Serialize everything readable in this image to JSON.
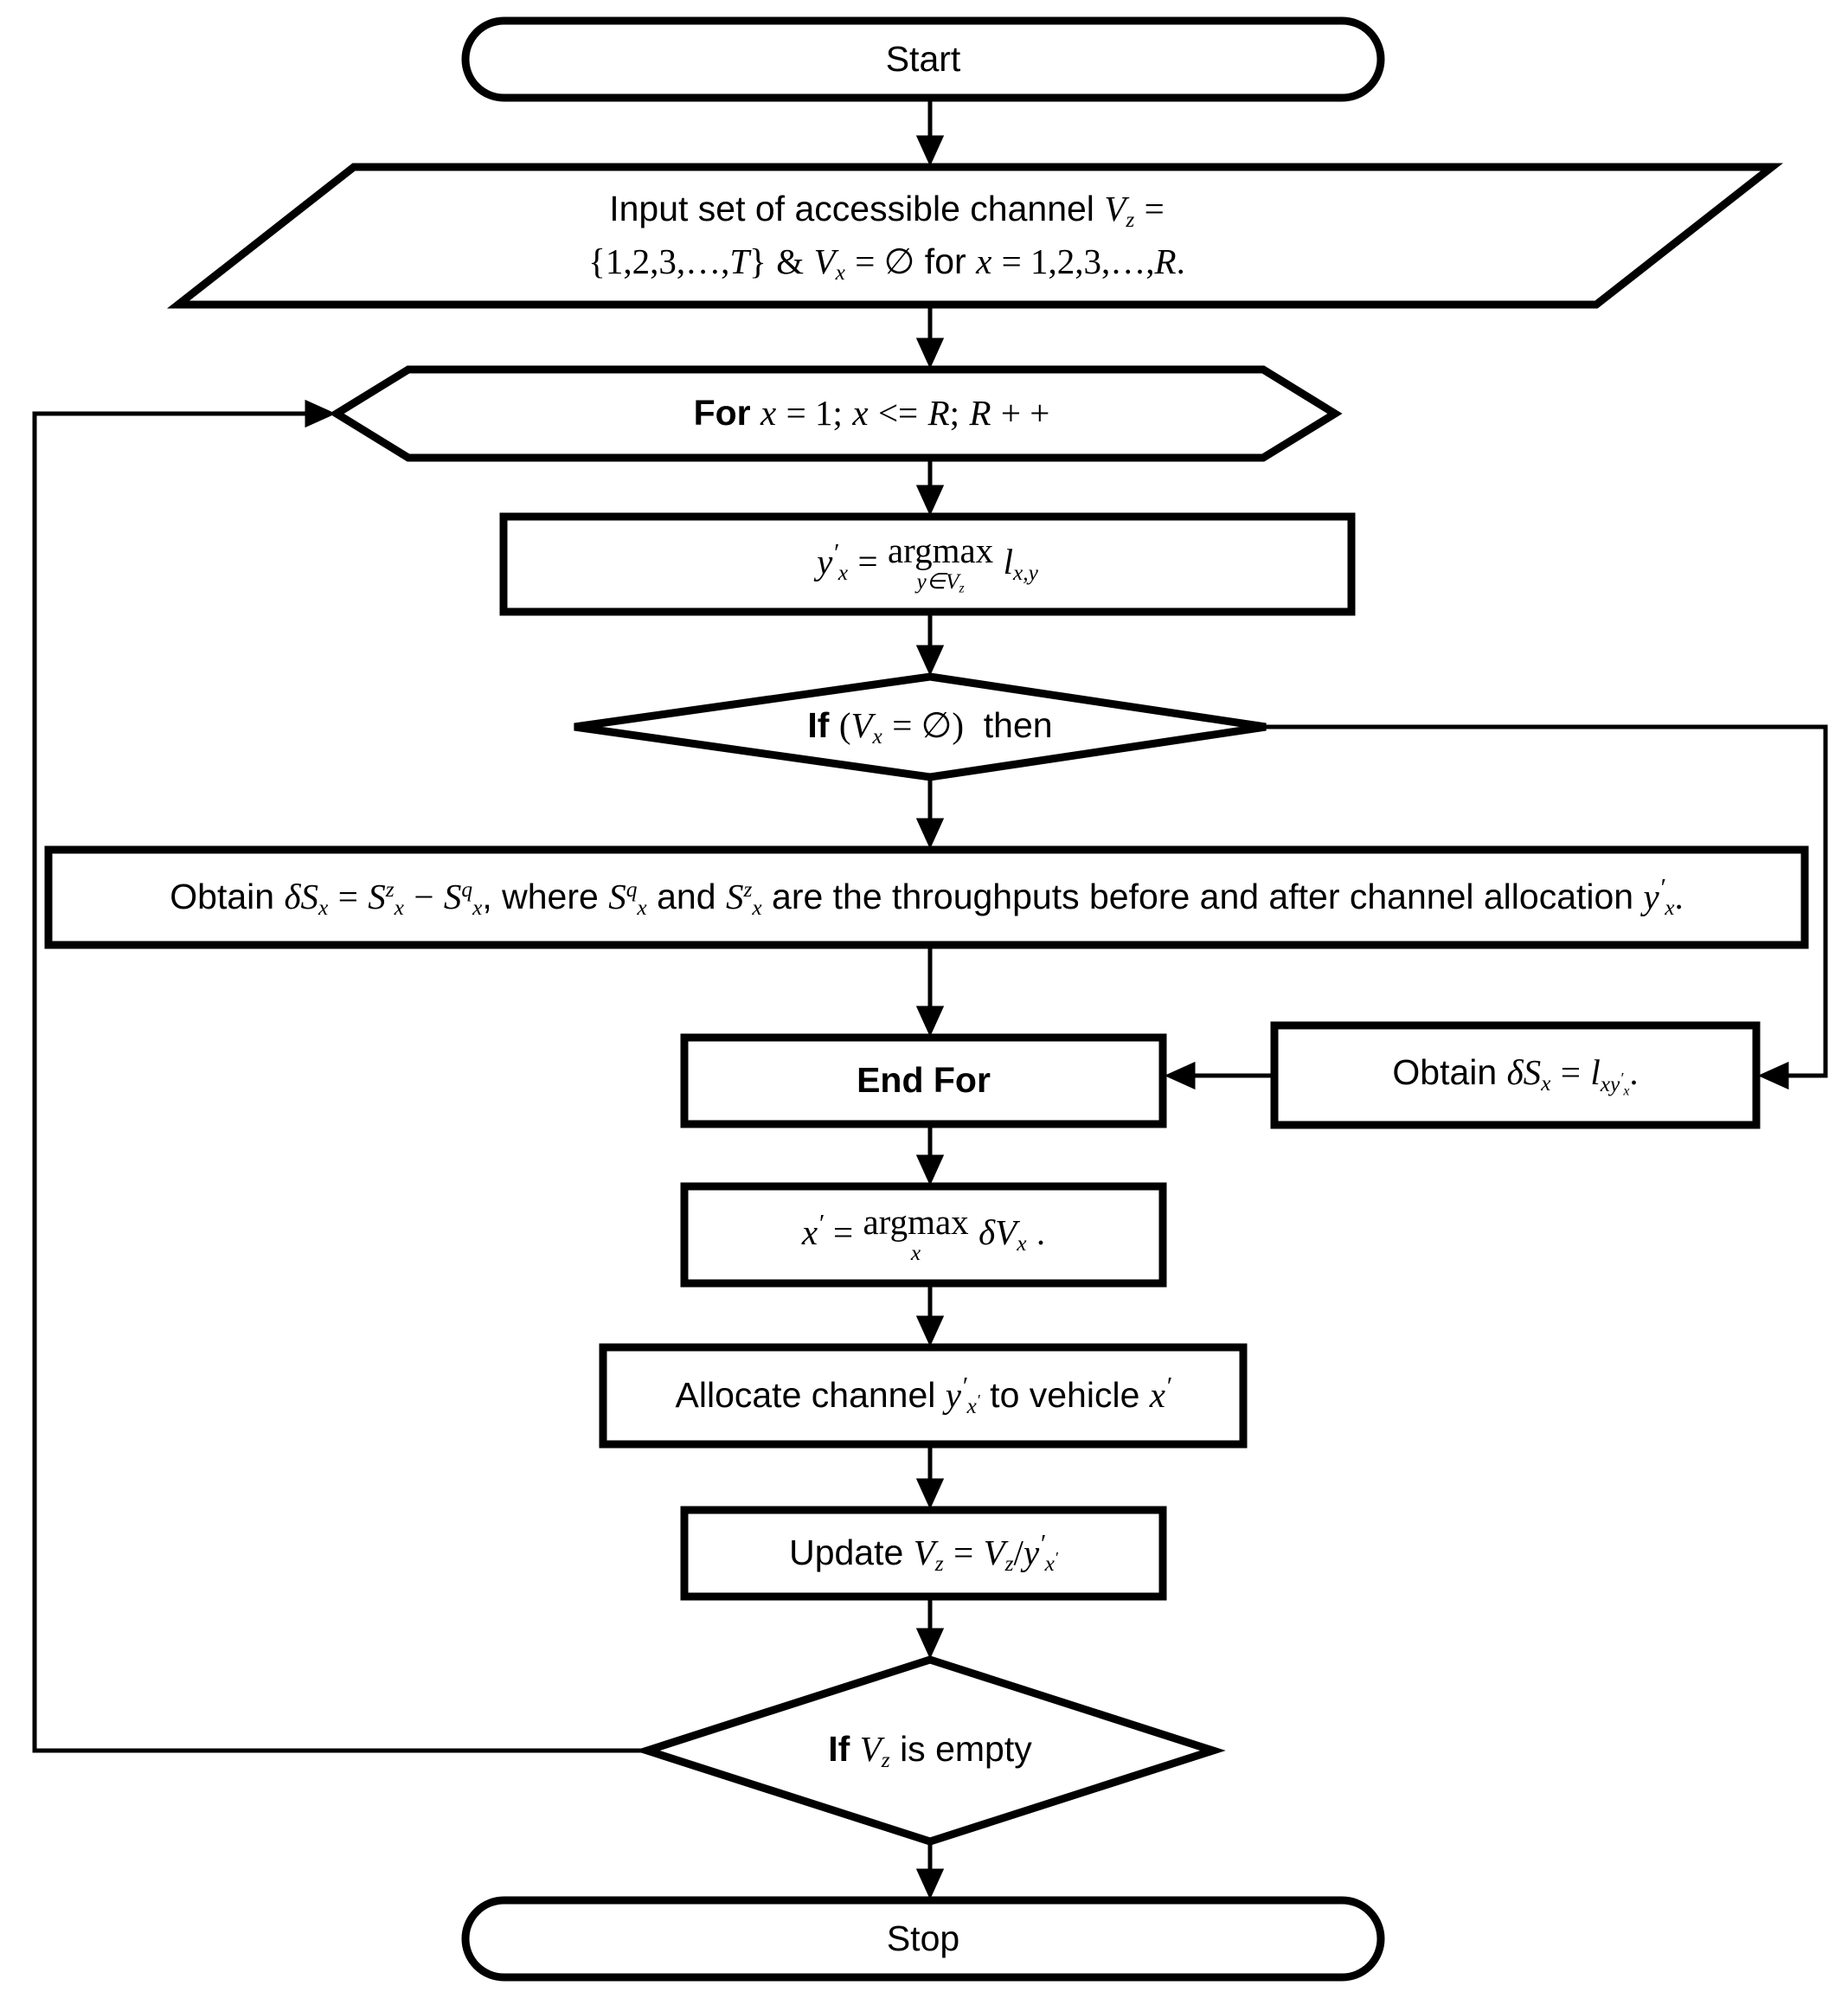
{
  "diagram": {
    "title": "Channel allocation algorithm flowchart",
    "background_color": "#ffffff",
    "line_color": "#000000",
    "nodes": [
      {
        "id": "start",
        "shape": "terminator",
        "text": "Start"
      },
      {
        "id": "input",
        "shape": "parallelogram",
        "text": "Input set of accessible channel Vz = {1,2,3,…,T} & Vx = ∅ for x = 1,2,3,…,R.",
        "line1": "Input set of accessible channel Vz =",
        "line2": "{1,2,3,…,T} & Vx = ∅ for x = 1,2,3,…,R."
      },
      {
        "id": "for-loop",
        "shape": "hexagon",
        "text": "For x = 1; x <= R; R + +"
      },
      {
        "id": "argmax-y",
        "shape": "process",
        "text": "y'x = argmax(y∈Vz) lx,y"
      },
      {
        "id": "if-vx-empty",
        "shape": "decision",
        "text": "If (Vx = ∅) then"
      },
      {
        "id": "obtain-delta-throughput",
        "shape": "process",
        "text": "Obtain δSx = Sxz − Sxq, where Sxq and Sxz are the throughputs before and after channel allocation y'x."
      },
      {
        "id": "obtain-delta-link",
        "shape": "process",
        "text": "Obtain δSx = lxy'x."
      },
      {
        "id": "end-for",
        "shape": "process",
        "text": "End For"
      },
      {
        "id": "argmax-x",
        "shape": "process",
        "text": "x' = argmax(x) δVx ."
      },
      {
        "id": "allocate-channel",
        "shape": "process",
        "text": "Allocate channel y'x' to vehicle x'"
      },
      {
        "id": "update-vz",
        "shape": "process",
        "text": "Update Vz = Vz / y'x'"
      },
      {
        "id": "if-vz-empty",
        "shape": "decision",
        "text": "If Vz is empty"
      },
      {
        "id": "stop",
        "shape": "terminator",
        "text": "Stop"
      }
    ],
    "edges": [
      {
        "from": "start",
        "to": "input",
        "label": ""
      },
      {
        "from": "input",
        "to": "for-loop",
        "label": ""
      },
      {
        "from": "for-loop",
        "to": "argmax-y",
        "label": ""
      },
      {
        "from": "argmax-y",
        "to": "if-vx-empty",
        "label": ""
      },
      {
        "from": "if-vx-empty",
        "to": "obtain-delta-throughput",
        "label": ""
      },
      {
        "from": "if-vx-empty",
        "to": "obtain-delta-link",
        "label": ""
      },
      {
        "from": "obtain-delta-throughput",
        "to": "end-for",
        "label": ""
      },
      {
        "from": "obtain-delta-link",
        "to": "end-for",
        "label": ""
      },
      {
        "from": "end-for",
        "to": "argmax-x",
        "label": ""
      },
      {
        "from": "argmax-x",
        "to": "allocate-channel",
        "label": ""
      },
      {
        "from": "allocate-channel",
        "to": "update-vz",
        "label": ""
      },
      {
        "from": "update-vz",
        "to": "if-vz-empty",
        "label": ""
      },
      {
        "from": "if-vz-empty",
        "to": "stop",
        "label": ""
      },
      {
        "from": "if-vz-empty",
        "to": "for-loop",
        "label": ""
      }
    ]
  },
  "labels": {
    "start": "Start",
    "stop": "Stop",
    "end_for": "End For",
    "for_keyword": "For",
    "if_keyword": "If",
    "then_keyword": "then",
    "input_prefix": "Input set of accessible channel",
    "input_for": "for",
    "obtain_word": "Obtain",
    "where_word": ", where",
    "and_word": "and",
    "throughputs_phrase": "are the throughputs before and after channel allocation",
    "allocate_prefix": "Allocate channel",
    "allocate_middle": "to vehicle",
    "update_word": "Update",
    "argmax_word": "argmax",
    "is_empty": "is empty"
  }
}
